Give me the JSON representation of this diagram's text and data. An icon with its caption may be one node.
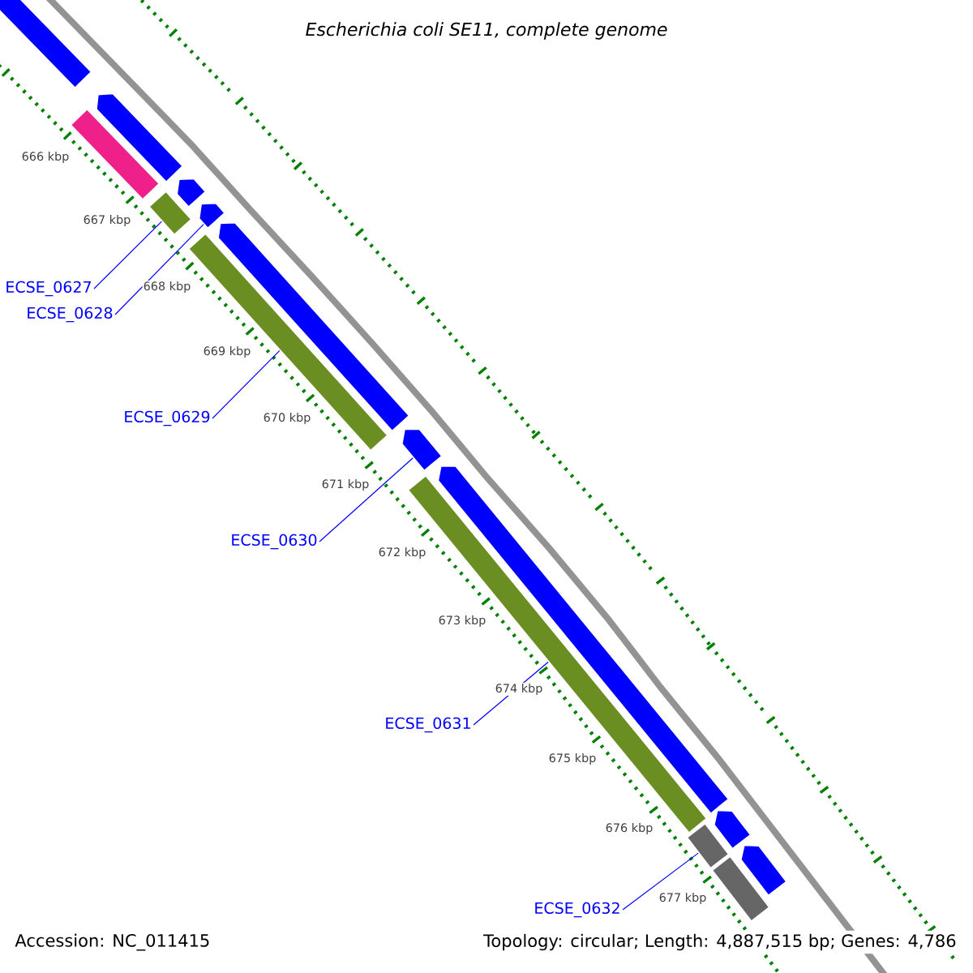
{
  "diagram": {
    "title": "Escherichia coli SE11, complete genome",
    "nodes": [
      {
        "text": [
          "ECSE_0627"
        ]
      },
      {
        "text": [
          "ECSE_0628"
        ]
      },
      {
        "text": [
          "ECSE_0629"
        ]
      },
      {
        "text": [
          "ECSE_0630"
        ]
      },
      {
        "text": [
          "ECSE_0631"
        ]
      },
      {
        "text": [
          "ECSE_0632"
        ]
      },
      {
        "text": [],
        "shape": "bar"
      },
      {
        "text": [],
        "shape": "bar"
      },
      {
        "text": [],
        "shape": "pentagon"
      },
      {
        "text": [],
        "shape": "bar"
      },
      {
        "text": [],
        "shape": "pentagon"
      },
      {
        "text": [],
        "shape": "pentagon"
      },
      {
        "text": [],
        "shape": "bar"
      },
      {
        "text": [],
        "shape": "pentagon"
      },
      {
        "text": [],
        "shape": "pentagon"
      },
      {
        "text": [],
        "shape": "bar"
      },
      {
        "text": [],
        "shape": "pentagon"
      },
      {
        "text": [],
        "shape": "bar"
      },
      {
        "text": [],
        "shape": "pentagon"
      },
      {
        "text": [],
        "shape": "bar"
      },
      {
        "text": [],
        "shape": "pentagon"
      }
    ],
    "edges": [
      {
        "from": 0,
        "to": 9,
        "arrow": "none"
      },
      {
        "from": 1,
        "to": 11,
        "arrow": "none"
      },
      {
        "from": 2,
        "to": 12,
        "arrow": "none"
      },
      {
        "from": 3,
        "to": 14,
        "arrow": "none"
      },
      {
        "from": 4,
        "to": 15,
        "arrow": "none"
      },
      {
        "from": 5,
        "to": 17,
        "arrow": "none"
      }
    ],
    "labels": [
      "666 kbp",
      "667 kbp",
      "668 kbp",
      "669 kbp",
      "670 kbp",
      "671 kbp",
      "672 kbp",
      "673 kbp",
      "674 kbp",
      "675 kbp",
      "676 kbp",
      "677 kbp",
      "Accession: NC_011415",
      "Topology: circular; Length: 4,887,515 bp; Genes: 4,786"
    ]
  }
}
